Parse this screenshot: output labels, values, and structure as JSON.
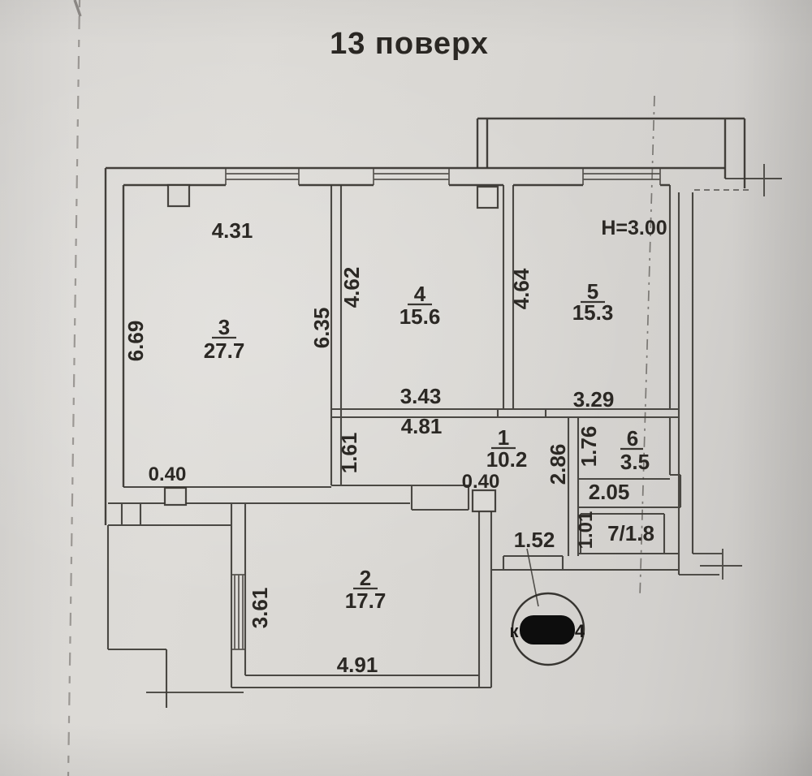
{
  "plan": {
    "title": "13 поверх",
    "height_note": "H=3.00",
    "rooms": {
      "r3": {
        "number": "3",
        "area": "27.7",
        "dim_top": "4.31",
        "dim_left": "6.69",
        "dim_right": "6.35",
        "dim_bottom_wall": "0.40"
      },
      "r4": {
        "number": "4",
        "area": "15.6",
        "dim_left": "4.62",
        "dim_bottom": "3.43"
      },
      "r5": {
        "number": "5",
        "area": "15.3",
        "dim_left": "4.64",
        "dim_bottom": "3.29"
      },
      "r1": {
        "number": "1",
        "area": "10.2",
        "dim_top": "4.81",
        "dim_left": "1.61",
        "dim_right": "2.86",
        "dim_wall": "0.40",
        "dim_entry": "1.52"
      },
      "r6": {
        "number": "6",
        "area": "3.5",
        "dim_left": "1.76",
        "dim_bottom": "2.05"
      },
      "r7": {
        "label": "7/1.8",
        "dim_left": "1.01"
      },
      "r2": {
        "number": "2",
        "area": "17.7",
        "dim_left": "3.61",
        "dim_bottom": "4.91"
      }
    },
    "stamp": {
      "left_char": "к",
      "right_char": "4"
    }
  }
}
